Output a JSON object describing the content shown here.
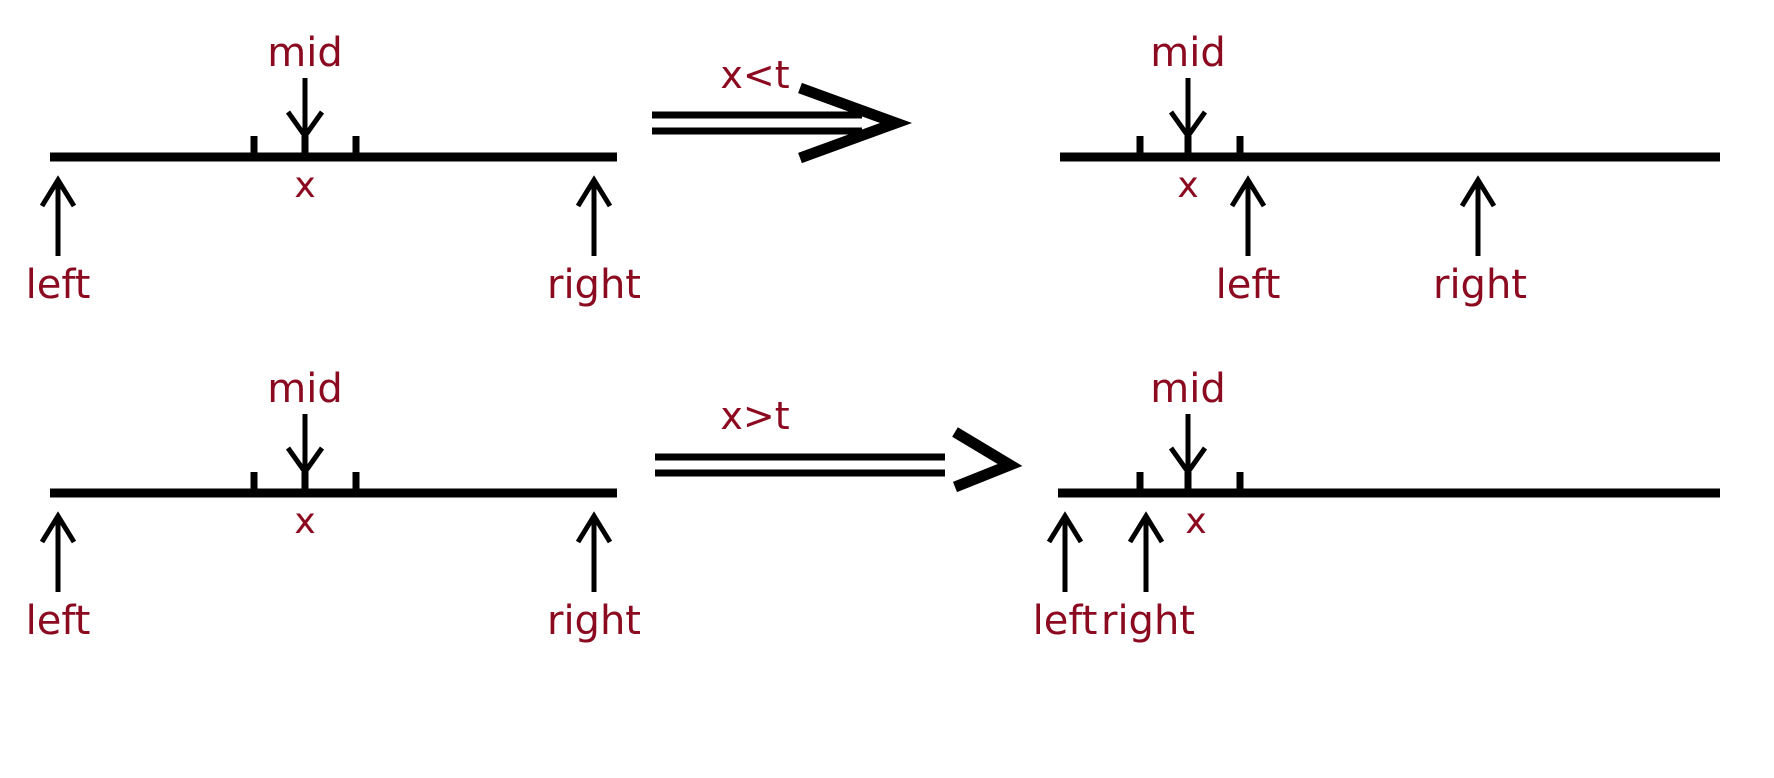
{
  "diagram": {
    "title": "Binary search interval update cases",
    "colors": {
      "label": "#8c0a20",
      "stroke": "#000000",
      "background": "#ffffff"
    },
    "rows": [
      {
        "id": "row-x-less-than-t",
        "condition": "x<t",
        "before": {
          "id": "panel-before-top",
          "mid_label": "mid",
          "x_label": "x",
          "left_label": "left",
          "right_label": "right"
        },
        "after": {
          "id": "panel-after-top",
          "mid_label": "mid",
          "x_label": "x",
          "left_label": "left",
          "right_label": "right"
        }
      },
      {
        "id": "row-x-greater-than-t",
        "condition": "x>t",
        "before": {
          "id": "panel-before-bottom",
          "mid_label": "mid",
          "x_label": "x",
          "left_label": "left",
          "right_label": "right"
        },
        "after": {
          "id": "panel-after-bottom",
          "mid_label": "mid",
          "x_label": "x",
          "left_label": "left",
          "right_label": "right"
        }
      }
    ]
  }
}
